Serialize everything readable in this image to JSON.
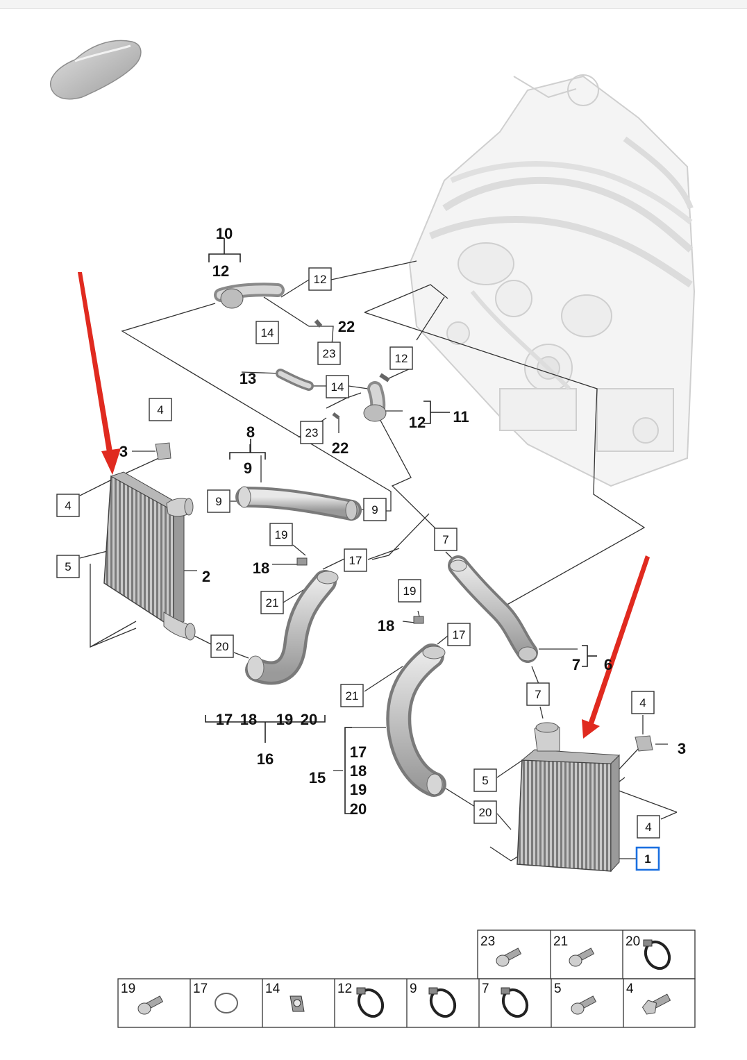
{
  "diagram": {
    "callouts": [
      {
        "id": "c10",
        "text": "10"
      },
      {
        "id": "c12a",
        "text": "12"
      },
      {
        "id": "c12b",
        "text": "12"
      },
      {
        "id": "c14a",
        "text": "14"
      },
      {
        "id": "c22a",
        "text": "22"
      },
      {
        "id": "c23a",
        "text": "23"
      },
      {
        "id": "c13",
        "text": "13"
      },
      {
        "id": "c12c",
        "text": "12"
      },
      {
        "id": "c14b",
        "text": "14"
      },
      {
        "id": "c12d",
        "text": "12"
      },
      {
        "id": "c11",
        "text": "11"
      },
      {
        "id": "c4a",
        "text": "4"
      },
      {
        "id": "c3a",
        "text": "3"
      },
      {
        "id": "c8",
        "text": "8"
      },
      {
        "id": "c9a",
        "text": "9"
      },
      {
        "id": "c23b",
        "text": "23"
      },
      {
        "id": "c22b",
        "text": "22"
      },
      {
        "id": "c4b",
        "text": "4"
      },
      {
        "id": "c9b",
        "text": "9"
      },
      {
        "id": "c9c",
        "text": "9"
      },
      {
        "id": "c19a",
        "text": "19"
      },
      {
        "id": "c18a",
        "text": "18"
      },
      {
        "id": "c17a",
        "text": "17"
      },
      {
        "id": "c7a",
        "text": "7"
      },
      {
        "id": "c5a",
        "text": "5"
      },
      {
        "id": "c2",
        "text": "2"
      },
      {
        "id": "c21a",
        "text": "21"
      },
      {
        "id": "c19b",
        "text": "19"
      },
      {
        "id": "c18b",
        "text": "18"
      },
      {
        "id": "c17b",
        "text": "17"
      },
      {
        "id": "c20a",
        "text": "20"
      },
      {
        "id": "c7b",
        "text": "7"
      },
      {
        "id": "c6",
        "text": "6"
      },
      {
        "id": "c21b",
        "text": "21"
      },
      {
        "id": "c7c",
        "text": "7"
      },
      {
        "id": "c4c",
        "text": "4"
      },
      {
        "id": "c3b",
        "text": "3"
      },
      {
        "id": "c5b",
        "text": "5"
      },
      {
        "id": "c20b",
        "text": "20"
      },
      {
        "id": "c4d",
        "text": "4"
      },
      {
        "id": "c1",
        "text": "1"
      },
      {
        "id": "g16a",
        "text": "17"
      },
      {
        "id": "g16b",
        "text": "18"
      },
      {
        "id": "g16c",
        "text": "19"
      },
      {
        "id": "g16d",
        "text": "20"
      },
      {
        "id": "c16",
        "text": "16"
      },
      {
        "id": "g15a",
        "text": "17"
      },
      {
        "id": "g15b",
        "text": "18"
      },
      {
        "id": "g15c",
        "text": "19"
      },
      {
        "id": "g15d",
        "text": "20"
      },
      {
        "id": "c15",
        "text": "15"
      }
    ],
    "highlight_color": "#1a6fe0",
    "arrow_color": "#e02a1f"
  },
  "legend": {
    "top_row": [
      "23",
      "21",
      "20"
    ],
    "bottom_row": [
      "19",
      "17",
      "14",
      "12",
      "9",
      "7",
      "5",
      "4"
    ],
    "icons": {
      "23": "bolt-icon",
      "21": "bolt-icon",
      "20": "hose-clamp-icon",
      "19": "bolt-icon",
      "17": "o-ring-icon",
      "14": "clip-icon",
      "12": "hose-clamp-icon",
      "9": "hose-clamp-icon",
      "7": "hose-clamp-icon",
      "5": "bolt-icon",
      "4": "flange-bolt-icon"
    }
  }
}
